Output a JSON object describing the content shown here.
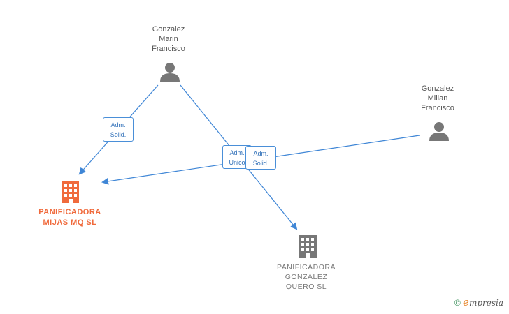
{
  "nodes": {
    "person_marin": {
      "lines": [
        "Gonzalez",
        "Marin",
        "Francisco"
      ]
    },
    "person_millan": {
      "lines": [
        "Gonzalez",
        "Millan",
        "Francisco"
      ]
    },
    "company_mijas": {
      "lines": [
        "PANIFICADORA",
        "MIJAS MQ  SL"
      ],
      "color": "#f06a3c"
    },
    "company_quero": {
      "lines": [
        "PANIFICADORA",
        "GONZALEZ",
        "QUERO SL"
      ],
      "color": "#777777"
    }
  },
  "edges": {
    "marin_to_mijas": {
      "lines": [
        "Adm.",
        "Solid."
      ]
    },
    "marin_to_quero": {
      "lines": [
        "Adm.",
        "Unico"
      ]
    },
    "millan_to_mijas": {
      "lines": [
        "Adm.",
        "Solid."
      ]
    }
  },
  "colors": {
    "edge": "#3f86d6",
    "person_icon": "#777777"
  },
  "footer": {
    "copyright": "©",
    "brand_initial": "e",
    "brand_rest": "mpresia"
  }
}
